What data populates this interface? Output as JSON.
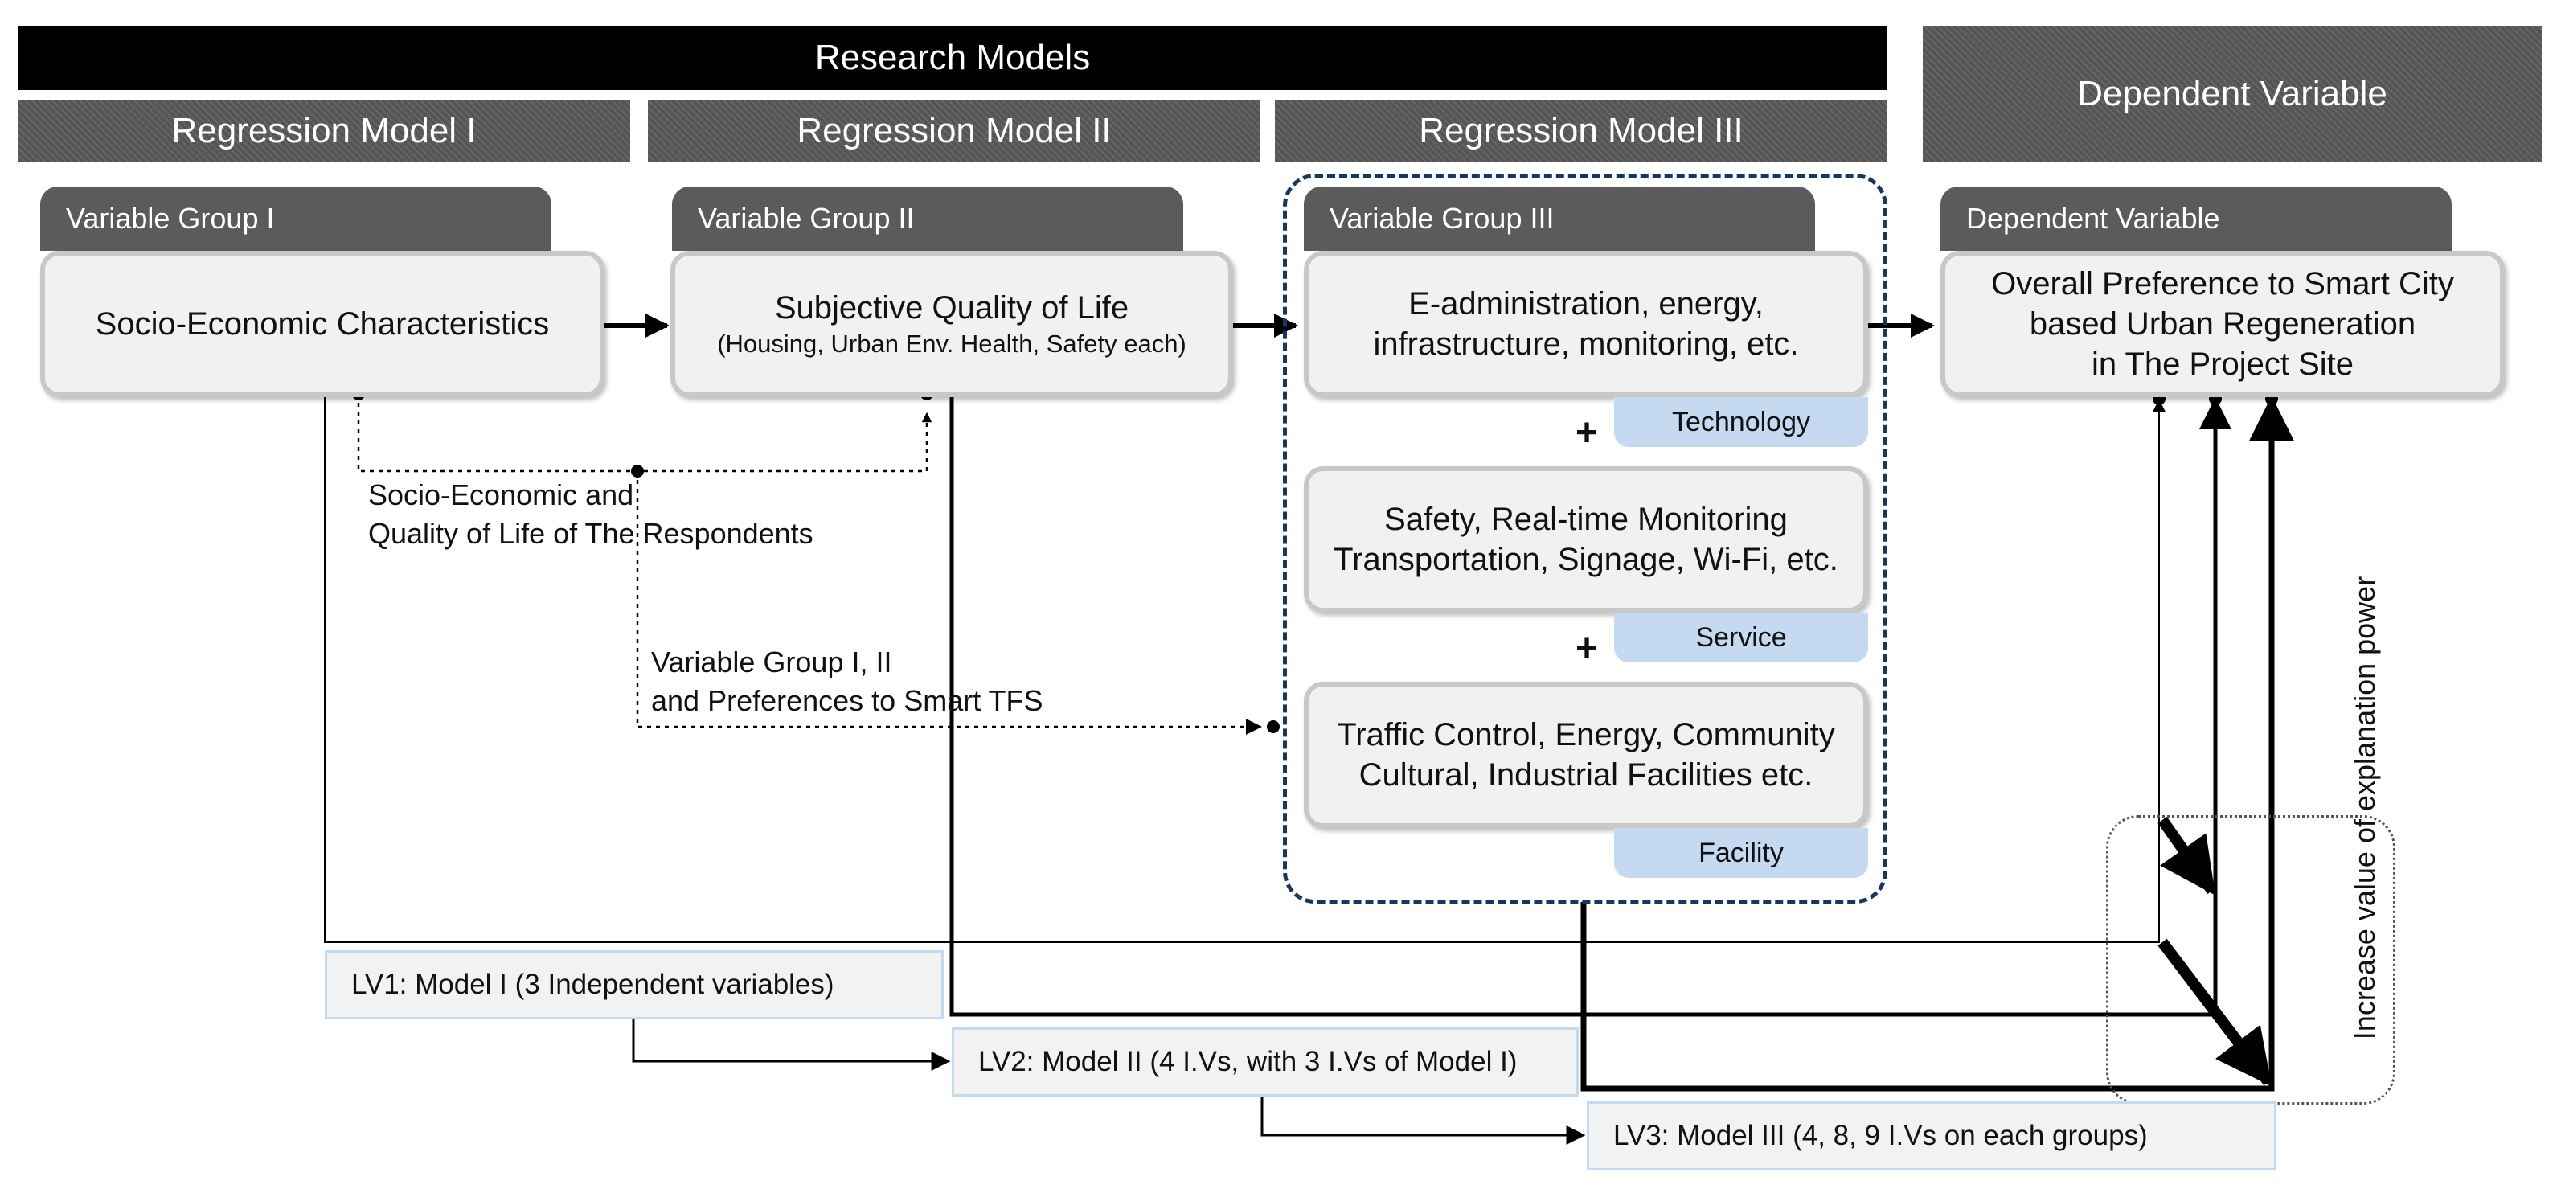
{
  "header": {
    "research_models": "Research Models",
    "dependent_variable": "Dependent Variable"
  },
  "models": {
    "model1": "Regression Model I",
    "model2": "Regression Model II",
    "model3": "Regression Model III"
  },
  "groups": {
    "group1": {
      "tab": "Variable Group I",
      "text": "Socio-Economic Characteristics"
    },
    "group2": {
      "tab": "Variable Group II",
      "title": "Subjective Quality of Life",
      "subtitle": "(Housing, Urban Env. Health, Safety each)"
    },
    "group3": {
      "tab": "Variable Group III",
      "technology": {
        "line1": "E-administration, energy,",
        "line2": "infrastructure, monitoring, etc.",
        "label": "Technology"
      },
      "service": {
        "line1": "Safety, Real-time Monitoring",
        "line2": "Transportation, Signage, Wi-Fi, etc.",
        "label": "Service"
      },
      "facility": {
        "line1": "Traffic Control, Energy, Community",
        "line2": "Cultural, Industrial Facilities etc.",
        "label": "Facility"
      },
      "plus": "+"
    },
    "dependent": {
      "tab": "Dependent Variable",
      "line1": "Overall Preference to Smart City",
      "line2": "based Urban Regeneration",
      "line3": "in The Project Site"
    }
  },
  "annotations": {
    "socio_qol_line1": "Socio-Economic and",
    "socio_qol_line2": "Quality of Life of The Respondents",
    "vg_line1": "Variable Group I, II",
    "vg_line2": "and  Preferences to Smart TFS",
    "increase": "Increase value of explanation power"
  },
  "levels": {
    "lv1": "LV1: Model I (3 Independent variables)",
    "lv2": "LV2: Model II (4 I.Vs, with 3 I.Vs of Model I)",
    "lv3": "LV3: Model III (4, 8, 9 I.Vs on each groups)"
  },
  "colors": {
    "banner_black": "#000000",
    "banner_grey": "#555555",
    "tab": "#5b5b5b",
    "box_fill": "#f1f1f1",
    "box_border": "#c8c8c8",
    "pill": "#c5d9f1",
    "group3_dashed": "#17375e"
  }
}
